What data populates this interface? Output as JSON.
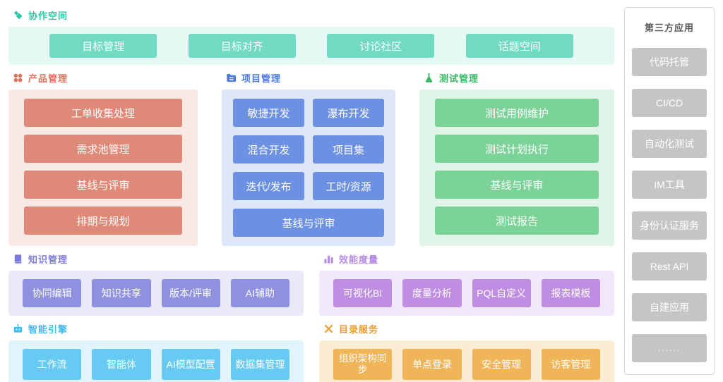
{
  "collab": {
    "title": "协作空间",
    "items": [
      "目标管理",
      "目标对齐",
      "讨论社区",
      "话题空间"
    ]
  },
  "product": {
    "title": "产品管理",
    "items": [
      "工单收集处理",
      "需求池管理",
      "基线与评审",
      "排期与规划"
    ]
  },
  "project": {
    "title": "项目管理",
    "items": [
      "敏捷开发",
      "瀑布开发",
      "混合开发",
      "项目集",
      "迭代/发布",
      "工时/资源",
      "基线与评审"
    ]
  },
  "testing": {
    "title": "测试管理",
    "items": [
      "测试用例维护",
      "测试计划执行",
      "基线与评审",
      "测试报告"
    ]
  },
  "knowledge": {
    "title": "知识管理",
    "items": [
      "协同编辑",
      "知识共享",
      "版本/评审",
      "AI辅助"
    ]
  },
  "metrics": {
    "title": "效能度量",
    "items": [
      "可视化BI",
      "度量分析",
      "PQL自定义",
      "报表模板"
    ]
  },
  "engine": {
    "title": "智能引擎",
    "items": [
      "工作流",
      "智能体",
      "AI模型配置",
      "数据集管理"
    ]
  },
  "directory": {
    "title": "目录服务",
    "items": [
      "组织架构同步",
      "单点登录",
      "安全管理",
      "访客管理"
    ]
  },
  "third_party": {
    "title": "第三方应用",
    "items": [
      "代码托管",
      "CI/CD",
      "自动化测试",
      "IM工具",
      "身份认证服务",
      "Rest API",
      "自建应用",
      "......"
    ]
  },
  "icons": {
    "collab": "hands-collaboration-icon",
    "product": "clover-dots-icon",
    "project": "folder-list-icon",
    "testing": "flask-icon",
    "knowledge": "book-icon",
    "metrics": "bar-chart-icon",
    "engine": "robot-icon",
    "directory": "crossed-tools-icon"
  },
  "colors": {
    "collab_accent": "#2ec6a6",
    "collab_btn": "#72dac2",
    "collab_bg": "#e6f8f3",
    "product_accent": "#e0745f",
    "product_btn": "#df8a79",
    "product_bg": "#f9e9e5",
    "project_accent": "#4b7bde",
    "project_btn": "#6c90e2",
    "project_bg": "#dee7f8",
    "testing_accent": "#3cb966",
    "testing_btn": "#7bd398",
    "testing_bg": "#e0f5e7",
    "knowledge_accent": "#7b7bdf",
    "knowledge_btn": "#9090e0",
    "knowledge_bg": "#e9e9f8",
    "metrics_accent": "#b289e3",
    "metrics_btn": "#bf8ee3",
    "metrics_bg": "#f2e8fb",
    "engine_accent": "#3fbaed",
    "engine_btn": "#66caf2",
    "engine_bg": "#e1f4fc",
    "directory_accent": "#ed9b36",
    "directory_btn": "#f0b459",
    "directory_bg": "#faedd3",
    "third_accent": "#5a5a5a",
    "third_btn": "#c5c5c5",
    "third_border": "#d9d9d9"
  }
}
